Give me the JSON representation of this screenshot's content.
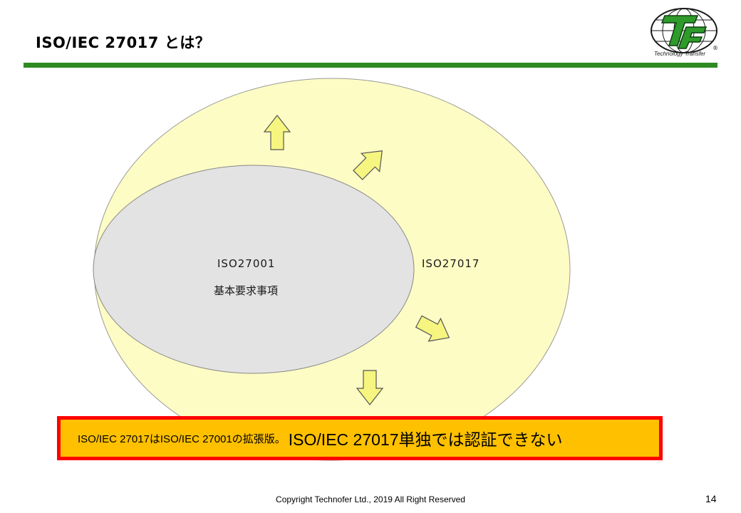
{
  "header": {
    "title": "ISO/IEC 27017 とは？"
  },
  "logo": {
    "monogram": "TF",
    "registered_mark": "®",
    "caption": "Technology Transfer"
  },
  "diagram": {
    "outer_label": "ISO27017",
    "inner_label_line1": "ISO27001",
    "inner_label_line2": "基本要求事項",
    "colors": {
      "outer_fill": "#fdfcc4",
      "inner_fill": "#e3e3e3",
      "arrow_fill": "#f6f580",
      "outline": "#999999"
    },
    "arrow_count": 4
  },
  "callout": {
    "text_small": "ISO/IEC 27017はISO/IEC 27001の拡張版。",
    "text_large": "ISO/IEC 27017単独では認証できない",
    "colors": {
      "fill": "#ffc000",
      "border": "#ff0000"
    }
  },
  "footer": {
    "copyright": "Copyright Technofer Ltd., 2019 All Right Reserved",
    "page_number": "14"
  }
}
